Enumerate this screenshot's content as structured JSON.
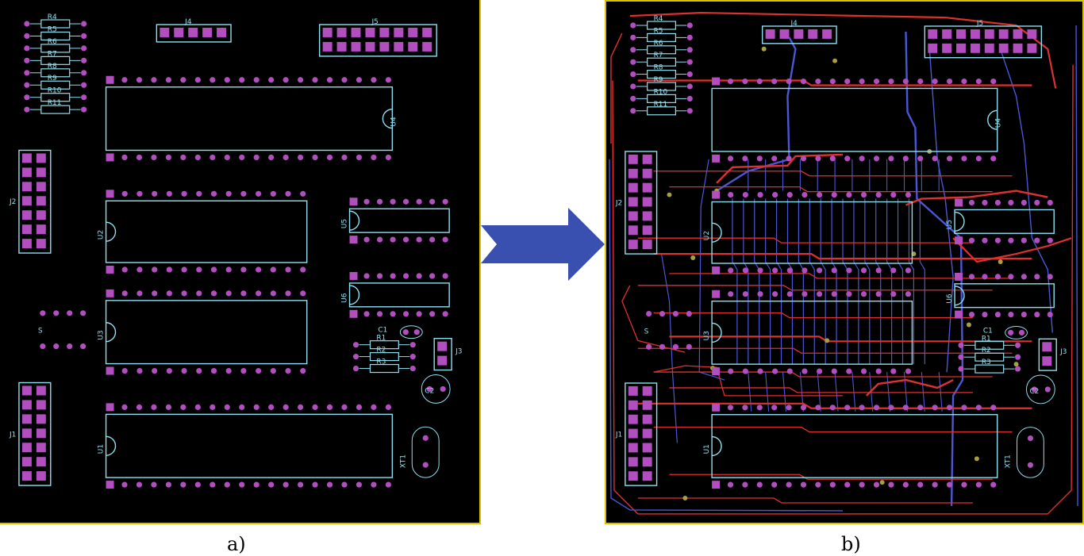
{
  "captions": {
    "a": "a)",
    "b": "b)"
  },
  "colors": {
    "board_bg": "#000000",
    "outline": "#8fe0f0",
    "pad": "#b24ec0",
    "trace_top": "#e03030",
    "trace_bottom": "#4a58d8",
    "via": "#a8a040",
    "arrow": "#3a50b0",
    "border": "#d6c200"
  },
  "components": {
    "connectors": [
      "J4",
      "J5",
      "J2",
      "J1",
      "J3"
    ],
    "ics": [
      "U4",
      "U2",
      "U3",
      "U5",
      "U6",
      "U1"
    ],
    "resistors": [
      "R4",
      "R5",
      "R6",
      "R7",
      "R8",
      "R9",
      "R10",
      "R11",
      "R1",
      "R2",
      "R3"
    ],
    "capacitors": [
      "C1",
      "C2"
    ],
    "crystal": "XT1",
    "small_labels": [
      "R4",
      "R5",
      "R6",
      "R7",
      "R8",
      "R9",
      "R10",
      "R11",
      "S",
      "R1",
      "R2",
      "R3",
      "C1",
      "C2",
      "J3",
      "J4",
      "J5",
      "J2",
      "J1",
      "U1",
      "U2",
      "U3",
      "U4",
      "U5",
      "U6",
      "XT1"
    ]
  }
}
